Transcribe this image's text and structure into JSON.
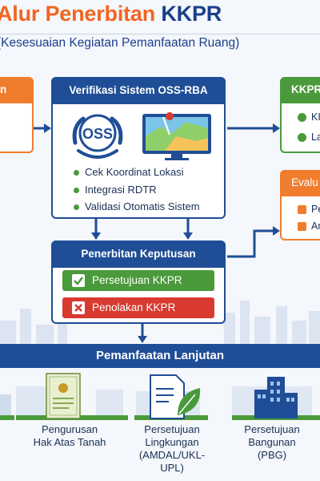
{
  "header": {
    "title_part1": "Alur Penerbitan ",
    "title_part2": "KKPR",
    "subtitle": "(Kesesuaian Kegiatan Pemanfaatan Ruang)"
  },
  "left_box": {
    "label": "n"
  },
  "oss_box": {
    "title": "Verifikasi Sistem OSS-RBA",
    "logo_text": "OSS",
    "items": [
      "Cek Koordinat Lokasi",
      "Integrasi RDTR",
      "Validasi Otomatis Sistem"
    ]
  },
  "kkpr_box": {
    "title": "KKPR",
    "items": [
      "KI",
      "La"
    ]
  },
  "eval_box": {
    "title": "Evalu",
    "items": [
      "Pe",
      "Ar"
    ]
  },
  "keputusan_box": {
    "title": "Penerbitan Keputusan",
    "approve_label": "Persetujuan KKPR",
    "reject_label": "Penolakan KKPR"
  },
  "band": {
    "title": "Pemanfaatan Lanjutan"
  },
  "bottom": [
    {
      "line1": "Pengurusan",
      "line2": "Hak Atas Tanah",
      "line3": ""
    },
    {
      "line1": "Persetujuan",
      "line2": "Lingkungan",
      "line3": "(AMDAL/UKL-UPL)"
    },
    {
      "line1": "Persetujuan",
      "line2": "Bangunan",
      "line3": "(PBG)"
    }
  ],
  "colors": {
    "navy": "#1f4e96",
    "orange": "#f07d2e",
    "green": "#4a9a3b",
    "red": "#d83a30"
  }
}
